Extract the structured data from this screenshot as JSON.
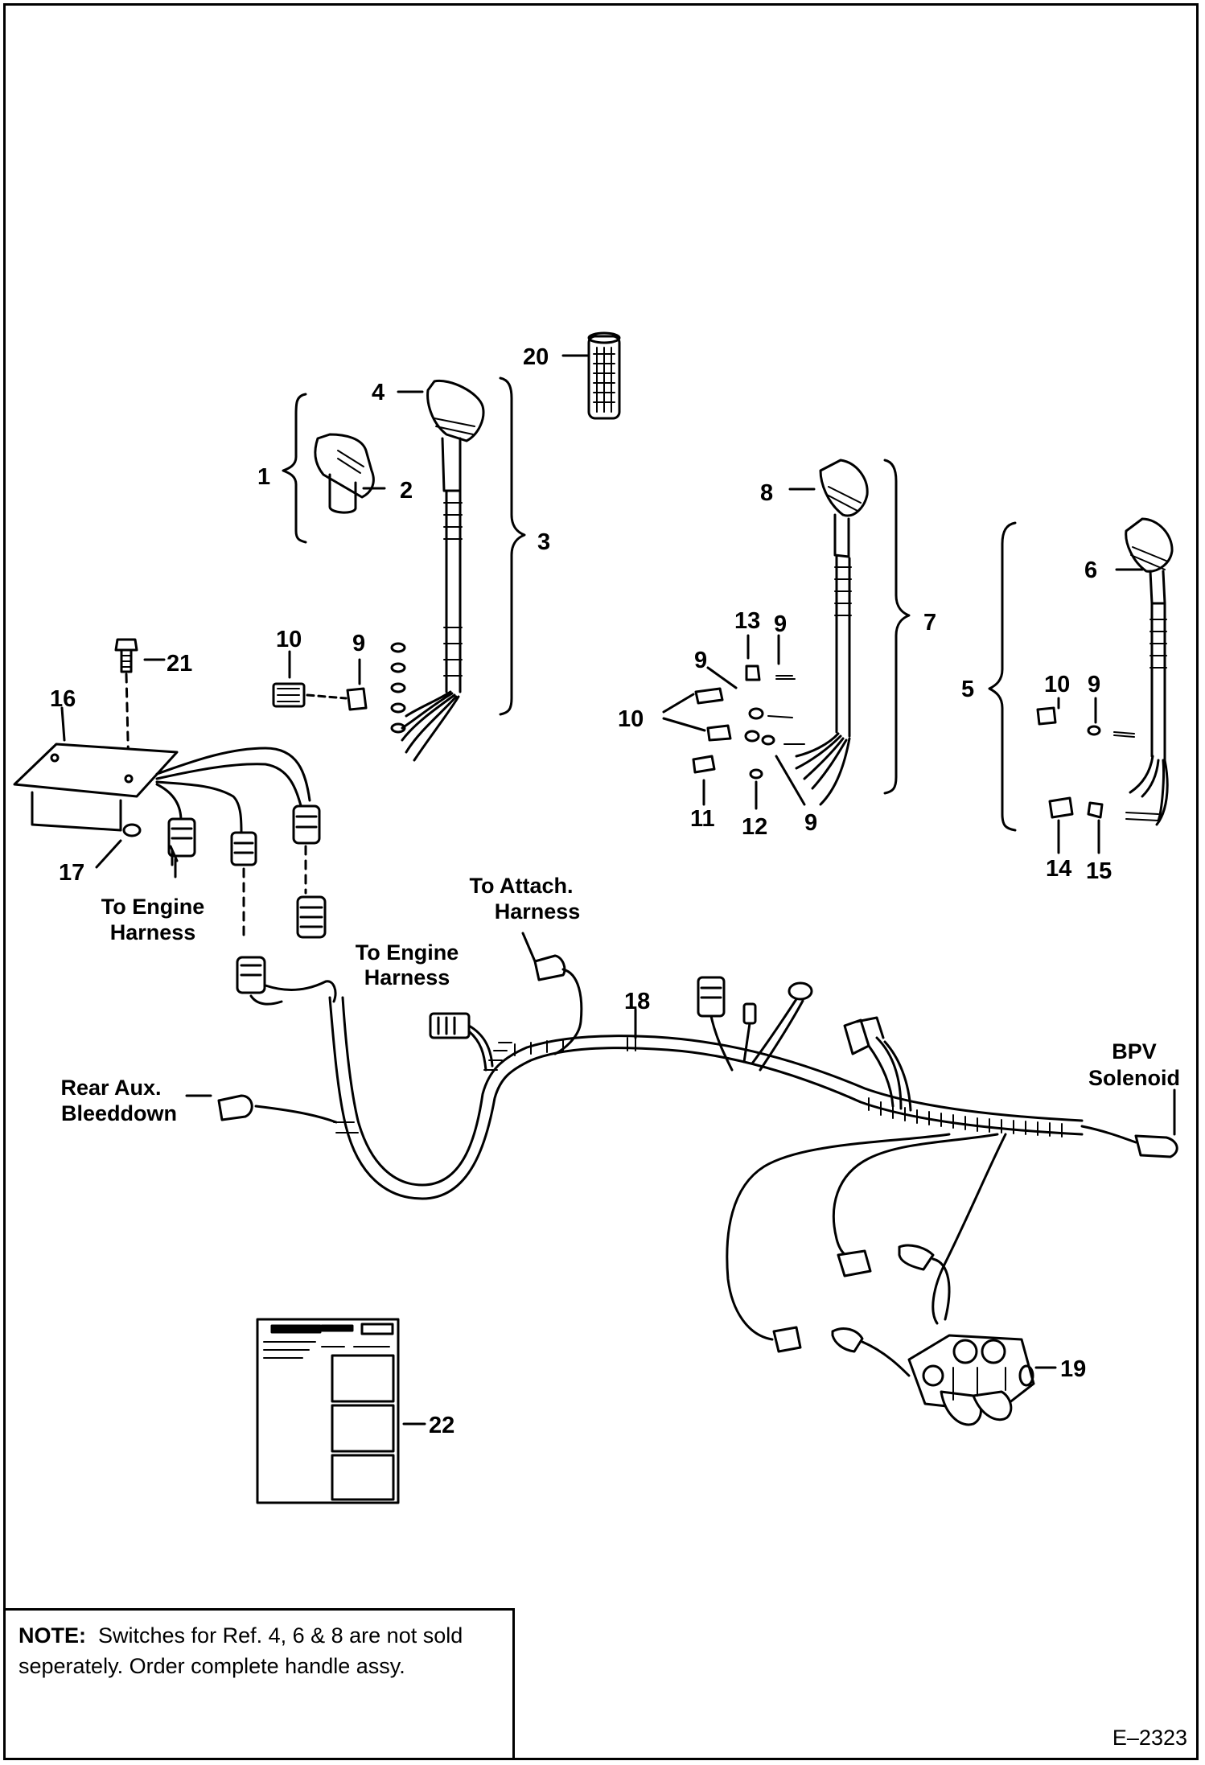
{
  "callouts": {
    "c1": "1",
    "c2": "2",
    "c3": "3",
    "c4": "4",
    "c5": "5",
    "c6": "6",
    "c7": "7",
    "c8": "8",
    "c9": "9",
    "c10": "10",
    "c11": "11",
    "c12": "12",
    "c13": "13",
    "c14": "14",
    "c15": "15",
    "c16": "16",
    "c17": "17",
    "c18": "18",
    "c19": "19",
    "c20": "20",
    "c21": "21",
    "c22": "22"
  },
  "annotations": {
    "engine_harness_left": [
      "To Engine",
      "Harness"
    ],
    "engine_harness_mid": [
      "To Engine",
      "Harness"
    ],
    "attach_harness": [
      "To Attach.",
      "Harness"
    ],
    "rear_aux": [
      "Rear Aux.",
      "Bleeddown"
    ],
    "bpv": [
      "BPV",
      "Solenoid"
    ]
  },
  "note": {
    "label": "NOTE:",
    "line1": "Switches for Ref. 4, 6 & 8 are not sold",
    "line2": "seperately.  Order complete handle assy."
  },
  "figure_code": "E–2323"
}
